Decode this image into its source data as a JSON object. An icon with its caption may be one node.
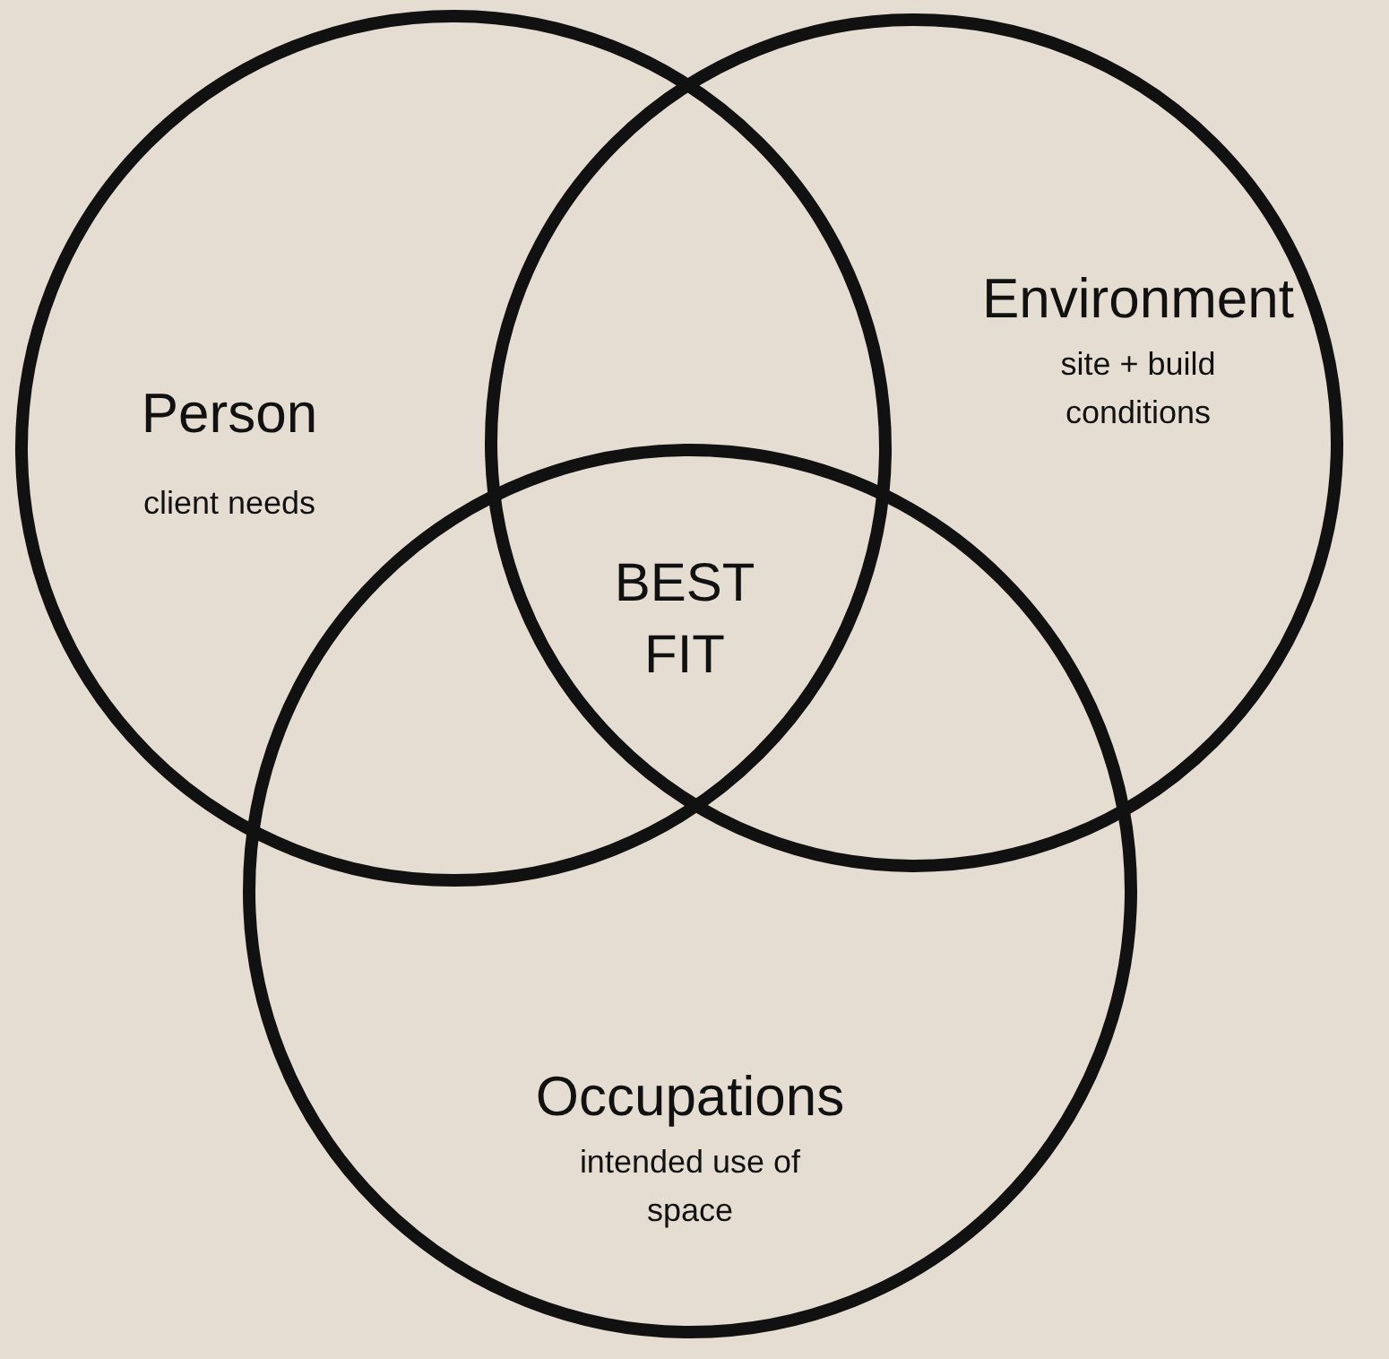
{
  "diagram": {
    "nodes": [
      {
        "text": [
          "Person",
          "client needs"
        ]
      },
      {
        "text": [
          "Environment",
          "site + build conditions"
        ]
      },
      {
        "text": [
          "Occupations",
          "intended use of space"
        ]
      }
    ],
    "labels": [
      "BEST FIT"
    ]
  }
}
